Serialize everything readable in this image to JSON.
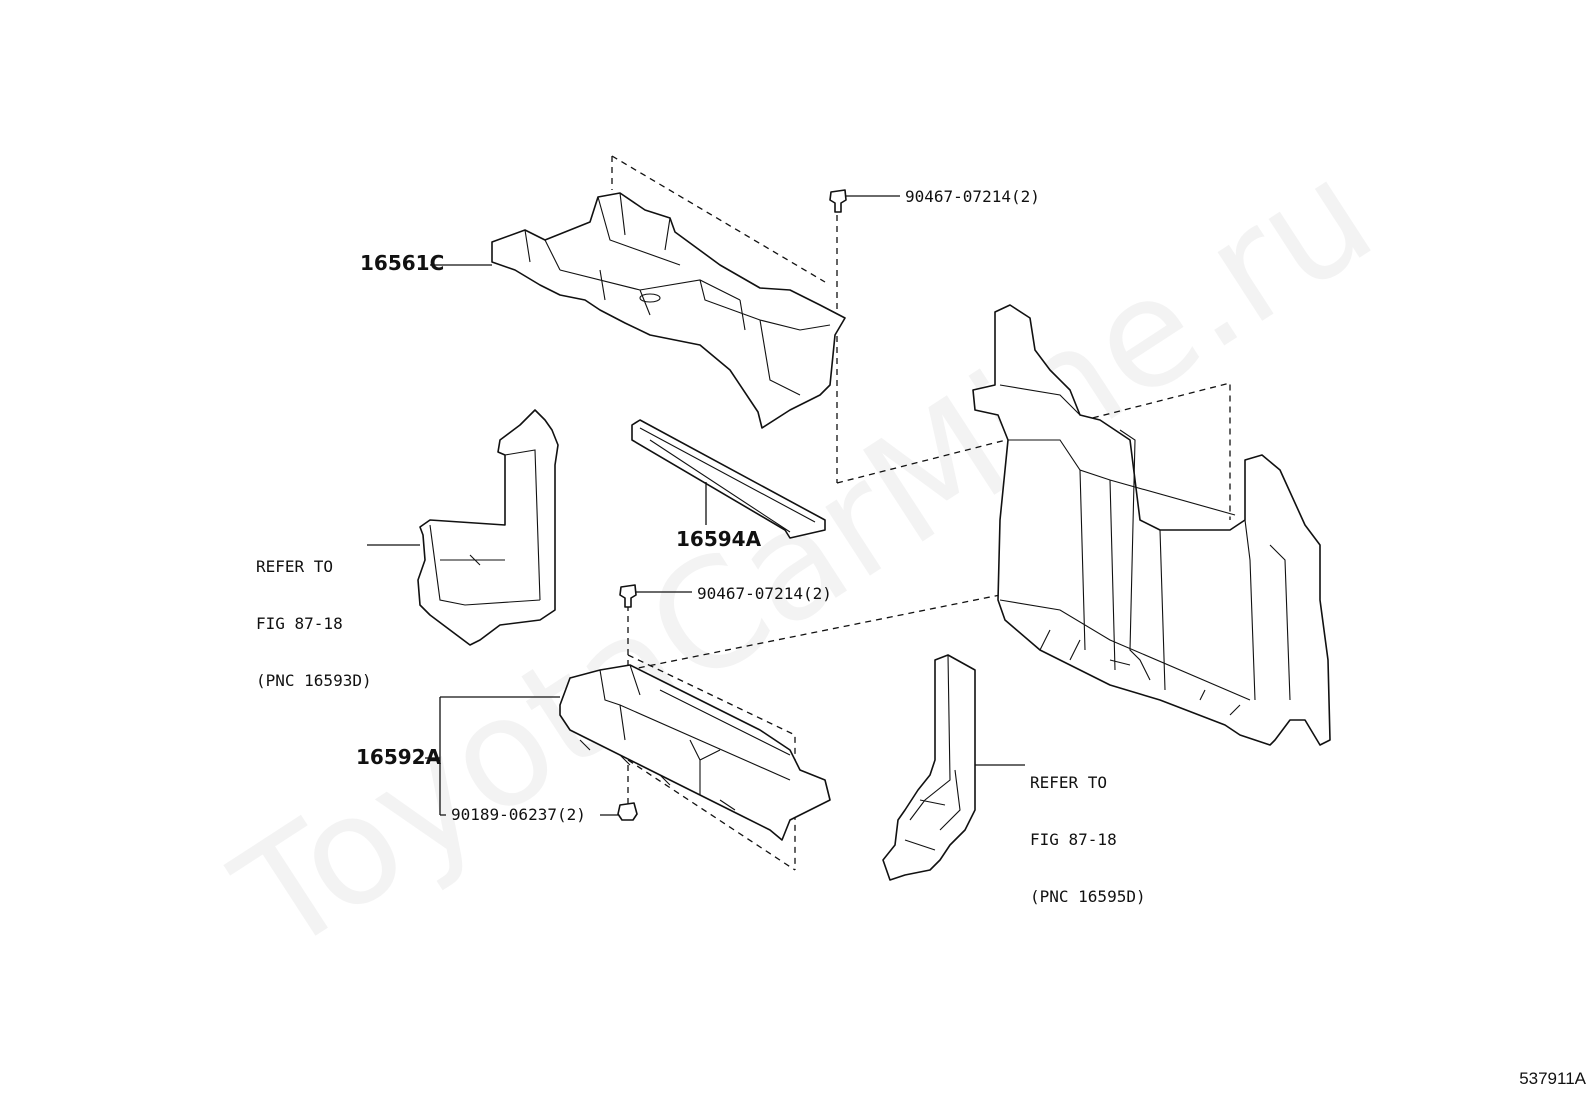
{
  "watermark": "ToyotaCarMine.ru",
  "diagram_code": "537911A",
  "labels": {
    "p16561C": "16561C",
    "p16594A": "16594A",
    "p16592A": "16592A",
    "clip_top": "90467-07214(2)",
    "clip_mid": "90467-07214(2)",
    "clip_bottom": "90189-06237(2)",
    "refer_left": [
      "REFER TO",
      "FIG 87-18",
      "(PNC 16593D)"
    ],
    "refer_right": [
      "REFER TO",
      "FIG 87-18",
      "(PNC 16595D)"
    ]
  }
}
